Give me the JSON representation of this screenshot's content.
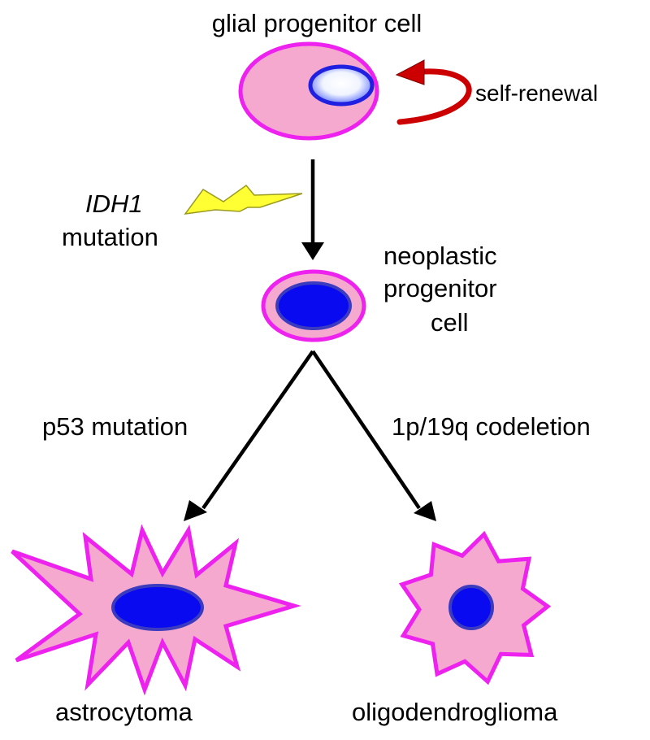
{
  "labels": {
    "glial": "glial progenitor cell",
    "self_renewal": "self-renewal",
    "idh1": "IDH1",
    "mutation": "mutation",
    "neo_line1": "neoplastic",
    "neo_line2": "progenitor",
    "neo_line3": "cell",
    "p53": "p53 mutation",
    "codeletion": "1p/19q codeletion",
    "astro": "astrocytoma",
    "oligo": "oligodendroglioma"
  },
  "colors": {
    "cell_fill": "#f5a9cf",
    "membrane": "#ee22ee",
    "nucleus": "#0a0af0",
    "nucleus_edge": "#3b3bbf",
    "nucleus_light_edge": "#2020e0",
    "arrow": "#000000",
    "renewal_arrow": "#cc0000",
    "bolt_fill": "#ffff33",
    "bolt_edge": "#9a9a20"
  },
  "icons": {
    "self_renewal_arrow": "curved-arrow-icon",
    "mutation_bolt": "lightning-bolt-icon"
  }
}
